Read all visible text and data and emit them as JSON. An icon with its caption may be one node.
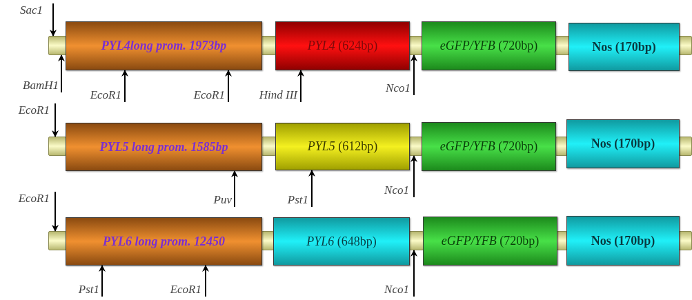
{
  "diagram": {
    "nodes": [
      {
        "text": [
          "Sac1"
        ]
      },
      {
        "text": [],
        "shape": "bar"
      },
      {
        "text": [
          "PYL4long prom. 1973bp"
        ]
      },
      {
        "text": [],
        "shape": "bar"
      },
      {
        "text": [
          "*PYL4* (624bp)"
        ]
      },
      {
        "text": [],
        "shape": "bar"
      },
      {
        "text": [
          "*eGFP/YFB* (720bp)"
        ]
      },
      {
        "text": [],
        "shape": "bar"
      },
      {
        "text": [
          "Nos (170bp)"
        ]
      },
      {
        "text": [],
        "shape": "bar"
      },
      {
        "text": [
          "BamH1"
        ]
      },
      {
        "text": [
          "EcoR1"
        ]
      },
      {
        "text": [
          "EcoR1"
        ]
      },
      {
        "text": [
          "Hind III"
        ]
      },
      {
        "text": [
          "Nco1"
        ]
      },
      {
        "text": [
          "EcoR1"
        ]
      },
      {
        "text": [],
        "shape": "bar"
      },
      {
        "text": [
          "PYL5 long prom. 1585bp"
        ]
      },
      {
        "text": [],
        "shape": "bar"
      },
      {
        "text": [
          "*PYL5* (612bp)"
        ]
      },
      {
        "text": [],
        "shape": "bar"
      },
      {
        "text": [
          "*eGFP/YFB* (720bp)"
        ]
      },
      {
        "text": [],
        "shape": "bar"
      },
      {
        "text": [
          "Nos (170bp)"
        ]
      },
      {
        "text": [],
        "shape": "bar"
      },
      {
        "text": [
          "Puv"
        ]
      },
      {
        "text": [
          "Pst1"
        ]
      },
      {
        "text": [
          "Nco1"
        ]
      },
      {
        "text": [
          "EcoR1"
        ]
      },
      {
        "text": [],
        "shape": "bar"
      },
      {
        "text": [
          "PYL6 long prom. 12450"
        ]
      },
      {
        "text": [],
        "shape": "bar"
      },
      {
        "text": [
          "*PYL6* (648bp)"
        ]
      },
      {
        "text": [],
        "shape": "bar"
      },
      {
        "text": [
          "*eGFP/YFB* (720bp)"
        ]
      },
      {
        "text": [],
        "shape": "bar"
      },
      {
        "text": [
          "Nos (170bp)"
        ]
      },
      {
        "text": [],
        "shape": "bar"
      },
      {
        "text": [
          "Pst1"
        ]
      },
      {
        "text": [
          "EcoR1"
        ]
      },
      {
        "text": [
          "Nco1"
        ]
      }
    ],
    "edges": [
      {
        "from": 0,
        "to": 1,
        "arrow": "to"
      },
      {
        "from": 10,
        "to": 1,
        "arrow": "to"
      },
      {
        "from": 11,
        "to": 2,
        "arrow": "to"
      },
      {
        "from": 12,
        "to": 2,
        "arrow": "to"
      },
      {
        "from": 13,
        "to": 4,
        "arrow": "to"
      },
      {
        "from": 14,
        "to": 5,
        "arrow": "to"
      },
      {
        "from": 15,
        "to": 16,
        "arrow": "to"
      },
      {
        "from": 25,
        "to": 17,
        "arrow": "to"
      },
      {
        "from": 26,
        "to": 19,
        "arrow": "to"
      },
      {
        "from": 27,
        "to": 20,
        "arrow": "to"
      },
      {
        "from": 28,
        "to": 29,
        "arrow": "to"
      },
      {
        "from": 38,
        "to": 30,
        "arrow": "to"
      },
      {
        "from": 39,
        "to": 30,
        "arrow": "to"
      },
      {
        "from": 40,
        "to": 33,
        "arrow": "to"
      }
    ]
  }
}
